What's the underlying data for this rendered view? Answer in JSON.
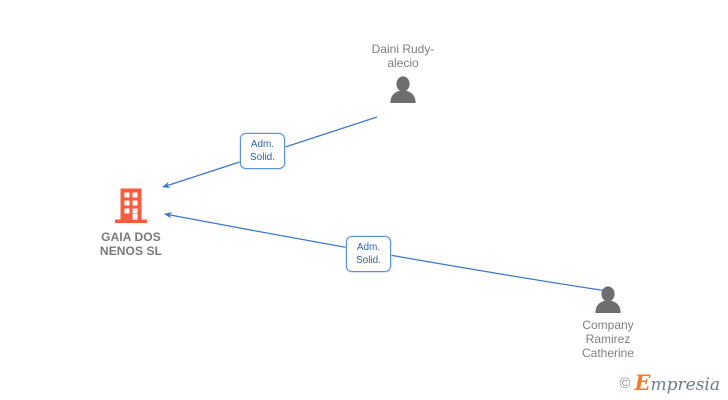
{
  "graph": {
    "background_color": "#ffffff",
    "nodes": [
      {
        "id": "company",
        "icon": "building-icon",
        "icon_color": "#fa5c3c",
        "label": "GAIA DOS\nNENOS SL",
        "label_color": "#7a7a7a",
        "type": "company"
      },
      {
        "id": "person-top",
        "icon": "person-icon",
        "icon_color": "#6e6e6e",
        "label": "Daini Rudy-\nalecio",
        "label_color": "#808080",
        "type": "person"
      },
      {
        "id": "person-bottom",
        "icon": "person-icon",
        "icon_color": "#6e6e6e",
        "label": "Company\nRamirez\nCatherine",
        "label_color": "#808080",
        "type": "person"
      }
    ],
    "edges": [
      {
        "id": "edge-top",
        "from": "person-top",
        "to": "company",
        "label": "Adm.\nSolid.",
        "color": "#3c78c8",
        "arrow": "to-company"
      },
      {
        "id": "edge-bottom",
        "from": "person-bottom",
        "to": "company",
        "label": "Adm.\nSolid.",
        "color": "#3c78c8",
        "arrow": "to-company"
      }
    ]
  },
  "watermark": {
    "copyright": "©",
    "brand_initial": "E",
    "brand_rest": "mpresia",
    "brand_color": "#f07c2e",
    "text_color": "#6d7d88"
  }
}
